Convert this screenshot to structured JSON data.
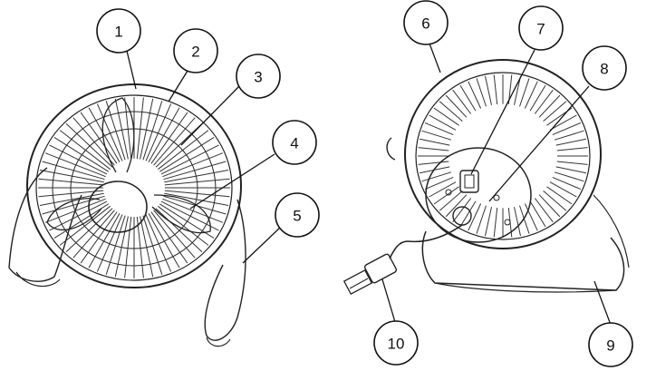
{
  "diagram": {
    "subject": "desk-fan-parts-illustration",
    "views": [
      "front-view",
      "rear-view"
    ],
    "callouts": [
      {
        "id": 1,
        "label": "1"
      },
      {
        "id": 2,
        "label": "2"
      },
      {
        "id": 3,
        "label": "3"
      },
      {
        "id": 4,
        "label": "4"
      },
      {
        "id": 5,
        "label": "5"
      },
      {
        "id": 6,
        "label": "6"
      },
      {
        "id": 7,
        "label": "7"
      },
      {
        "id": 8,
        "label": "8"
      },
      {
        "id": 9,
        "label": "9"
      },
      {
        "id": 10,
        "label": "10"
      }
    ],
    "colors": {
      "line": "#222222",
      "background": "#ffffff"
    }
  }
}
